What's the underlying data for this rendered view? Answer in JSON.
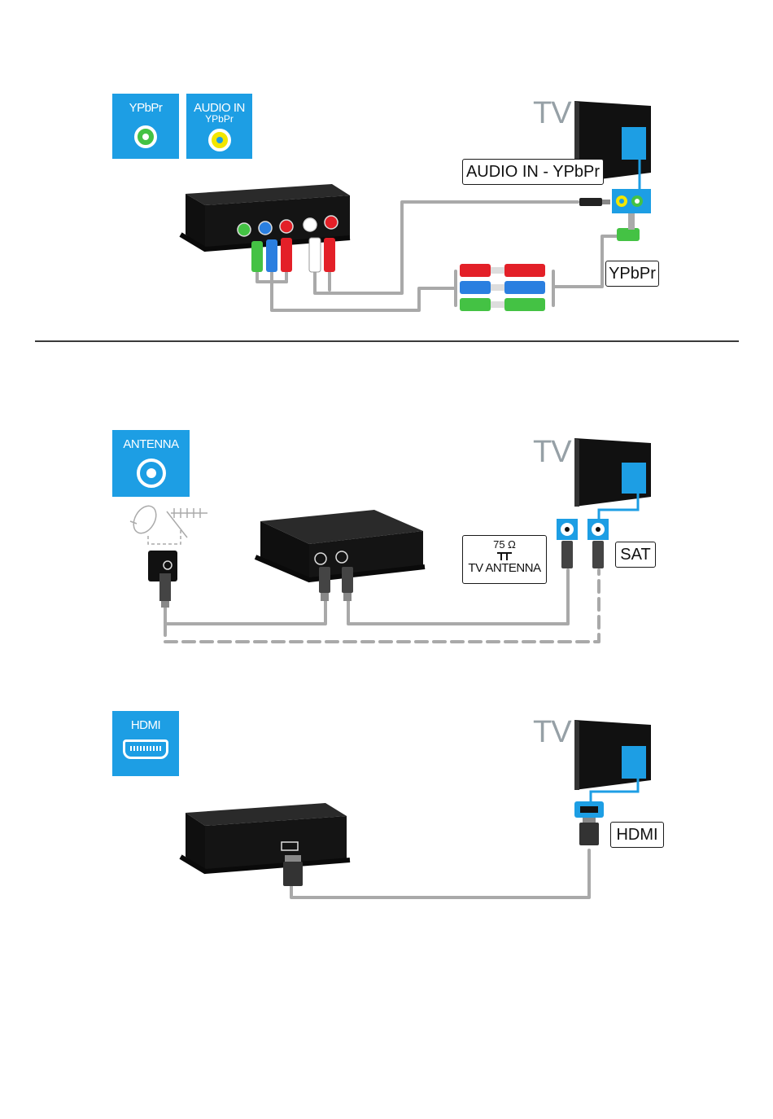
{
  "section1": {
    "ypbpr_icon_label": "YPbPr",
    "audio_icon_label_line1": "AUDIO IN",
    "audio_icon_label_line2": "YPbPr",
    "tv_label": "TV",
    "audio_callout": "AUDIO IN - YPbPr",
    "ypbpr_callout": "YPbPr"
  },
  "section2": {
    "antenna_icon_label": "ANTENNA",
    "tv_label": "TV",
    "antenna_callout_line1": "75 Ω",
    "antenna_callout_line2": "TV ANTENNA",
    "sat_callout": "SAT"
  },
  "section3": {
    "hdmi_icon_label": "HDMI",
    "tv_label": "TV",
    "hdmi_callout": "HDMI"
  },
  "colors": {
    "accent_blue": "#1d9ee4",
    "cable_gray": "#a9a9a9",
    "device_black": "#111111",
    "green_plug": "#44c244",
    "red_plug": "#e32028",
    "blue_plug": "#2a7fe0",
    "yellow_jack": "#f2e600"
  }
}
